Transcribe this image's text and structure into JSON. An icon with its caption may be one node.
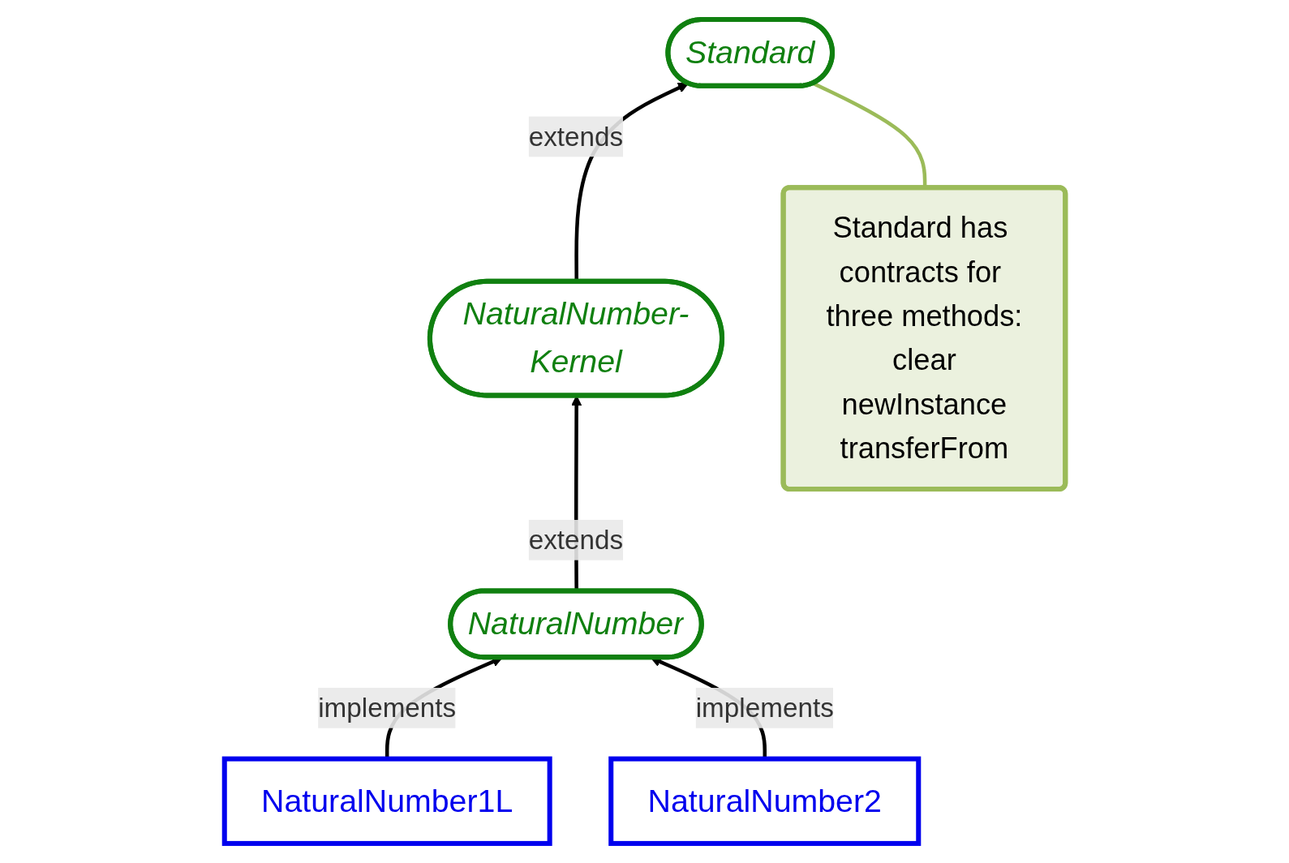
{
  "diagram": {
    "nodes": [
      {
        "text": [
          "Standard"
        ]
      },
      {
        "text": [
          "NaturalNumber-Kernel"
        ]
      },
      {
        "text": [
          "NaturalNumber"
        ]
      },
      {
        "text": [
          "NaturalNumber1L"
        ]
      },
      {
        "text": [
          "NaturalNumber2"
        ]
      },
      {
        "text": [
          "Standard has contracts for three methods:",
          "clear",
          "newInstance",
          "transferFrom"
        ]
      }
    ],
    "edges": [
      {
        "from": 1,
        "to": 0,
        "arrow": "to",
        "label": "extends"
      },
      {
        "from": 2,
        "to": 1,
        "arrow": "to",
        "label": "extends"
      },
      {
        "from": 3,
        "to": 2,
        "arrow": "to",
        "label": "implements"
      },
      {
        "from": 4,
        "to": 2,
        "arrow": "to",
        "label": "implements"
      },
      {
        "from": 5,
        "to": 0,
        "arrow": "none",
        "color": "#9bbb59"
      }
    ]
  }
}
